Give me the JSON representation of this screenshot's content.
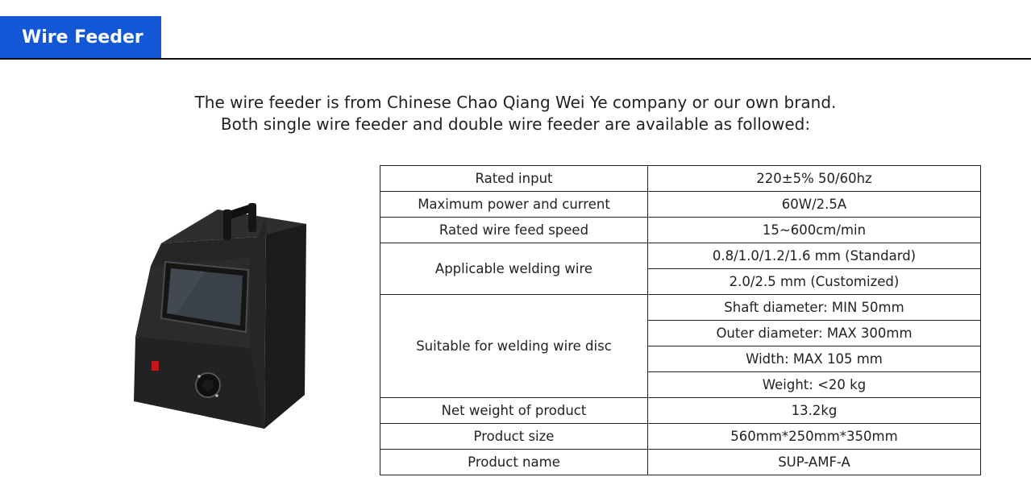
{
  "header": {
    "title": "Wire Feeder"
  },
  "intro": {
    "line1": "The wire feeder is from Chinese Chao Qiang Wei Ye company or our own brand.",
    "line2": "Both single wire feeder and double wire feeder are available as followed:"
  },
  "specs": {
    "rated_input": {
      "label": "Rated input",
      "value": "220±5% 50/60hz"
    },
    "max_power": {
      "label": "Maximum power and current",
      "value": "60W/2.5A"
    },
    "feed_speed": {
      "label": "Rated wire feed speed",
      "value": "15~600cm/min"
    },
    "welding_wire": {
      "label": "Applicable welding wire",
      "values": [
        "0.8/1.0/1.2/1.6 mm (Standard)",
        "2.0/2.5 mm (Customized)"
      ]
    },
    "wire_disc": {
      "label": "Suitable for welding wire disc",
      "values": [
        "Shaft diameter: MIN 50mm",
        "Outer diameter: MAX 300mm",
        "Width: MAX 105 mm",
        "Weight: <20 kg"
      ]
    },
    "net_weight": {
      "label": "Net weight of product",
      "value": "13.2kg"
    },
    "product_size": {
      "label": "Product size",
      "value": "560mm*250mm*350mm"
    },
    "product_name": {
      "label": "Product name",
      "value": "SUP-AMF-A"
    }
  },
  "colors": {
    "header_bg": "#1457d6",
    "header_text": "#ffffff",
    "border": "#222222"
  }
}
